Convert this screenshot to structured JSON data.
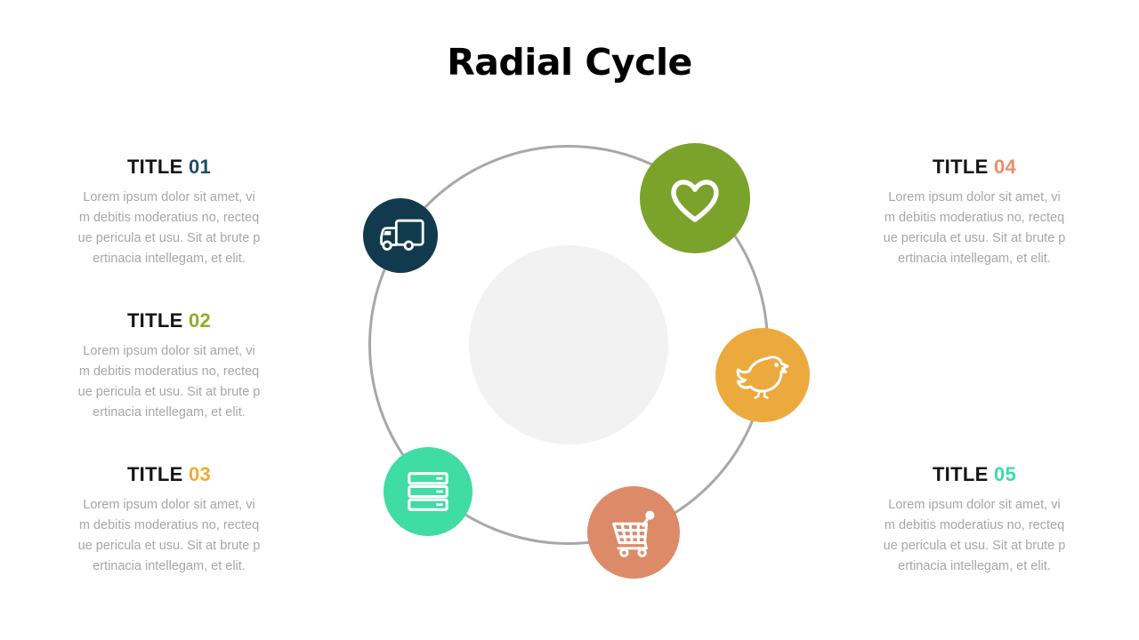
{
  "slide": {
    "title": "Radial Cycle"
  },
  "lorem": {
    "lines": [
      "Lorem ipsum dolor sit amet, vi",
      "m debitis moderatius no, recteq",
      "ue pericula et usu. Sit at brute p",
      "ertinacia intellegam, et elit."
    ]
  },
  "panels": [
    {
      "title_word": "TITLE",
      "number": "01",
      "number_color": "#1d4f66"
    },
    {
      "title_word": "TITLE",
      "number": "02",
      "number_color": "#8fae24"
    },
    {
      "title_word": "TITLE",
      "number": "03",
      "number_color": "#f0ab31"
    },
    {
      "title_word": "TITLE",
      "number": "04",
      "number_color": "#e8906b"
    },
    {
      "title_word": "TITLE",
      "number": "05",
      "number_color": "#3cdca6"
    }
  ],
  "nodes": [
    {
      "icon": "truck-icon",
      "color": "#123a4e"
    },
    {
      "icon": "heart-icon",
      "color": "#7ba32b"
    },
    {
      "icon": "bird-icon",
      "color": "#ecaa3e"
    },
    {
      "icon": "cart-icon",
      "color": "#dd8a69"
    },
    {
      "icon": "server-icon",
      "color": "#3fdca3"
    }
  ],
  "colors": {
    "ring": "#a8a8a8",
    "center_circle": "#f2f2f2",
    "body_text": "#a6a6a6",
    "title_text": "#141414"
  }
}
